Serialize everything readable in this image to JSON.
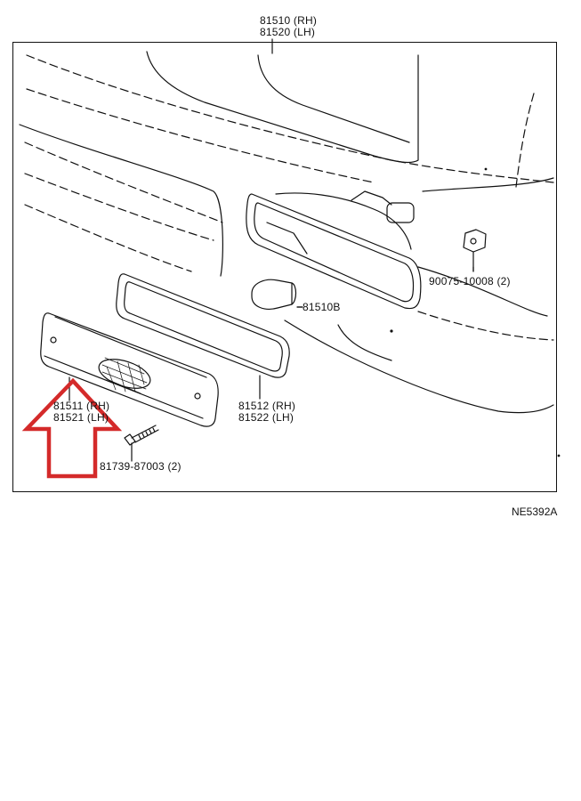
{
  "diagram": {
    "labels": {
      "top_assembly_rh": "81510 (RH)",
      "top_assembly_lh": "81520 (LH)",
      "clip": "90075-10008 (2)",
      "bulb": "81510B",
      "gasket_rh": "81512 (RH)",
      "gasket_lh": "81522 (LH)",
      "lens_rh": "81511 (RH)",
      "lens_lh": "81521 (LH)",
      "screw": "81739-87003 (2)"
    },
    "figure_code": "NE5392A"
  },
  "colors": {
    "line": "#111111",
    "arrow": "#d42a2a",
    "background": "#ffffff"
  }
}
